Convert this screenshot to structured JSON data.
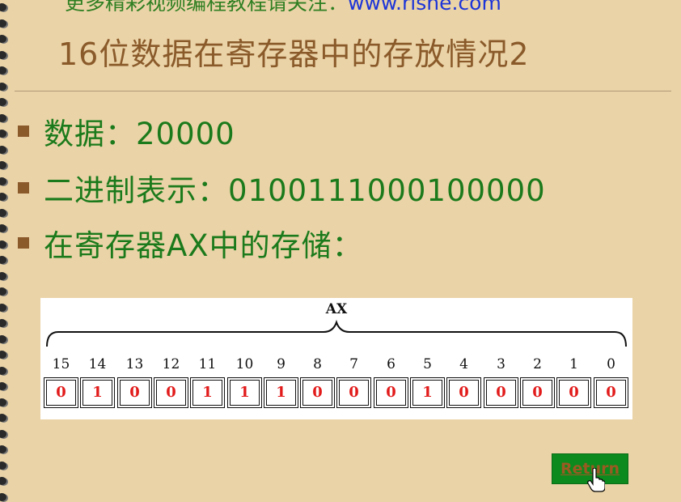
{
  "header": {
    "partial_text": "更多精彩视频编程教程请关注：",
    "partial_url": "www.rishe.com"
  },
  "slide": {
    "title": "16位数据在寄存器中的存放情况2",
    "bullets": [
      "数据：20000",
      "二进制表示：0100111000100000",
      "在寄存器AX中的存储："
    ]
  },
  "register": {
    "name": "AX",
    "bit_indices": [
      "15",
      "14",
      "13",
      "12",
      "11",
      "10",
      "9",
      "8",
      "7",
      "6",
      "5",
      "4",
      "3",
      "2",
      "1",
      "0"
    ],
    "bit_values": [
      "0",
      "1",
      "0",
      "0",
      "1",
      "1",
      "1",
      "0",
      "0",
      "0",
      "1",
      "0",
      "0",
      "0",
      "0",
      "0"
    ]
  },
  "nav": {
    "return_label": "Return"
  },
  "colors": {
    "background": "#ead3a7",
    "title": "#8a5a2a",
    "bullet_text": "#1b7a1b",
    "bit_value": "#e21b1b",
    "return_button": "#0c8a1e"
  },
  "icons": {
    "cursor": "hand-pointer-icon",
    "bullet": "square-bullet-icon"
  }
}
